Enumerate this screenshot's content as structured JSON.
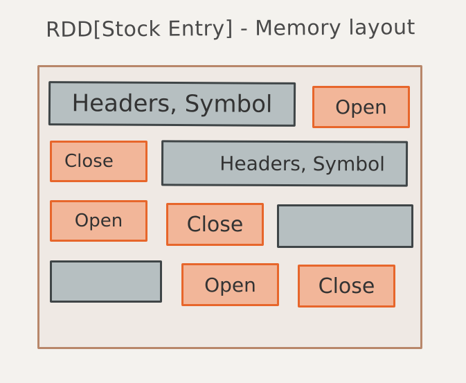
{
  "title": "RDD[Stock Entry] - Memory layout",
  "blocks": [
    {
      "text": "Headers, Symbol",
      "kind": "grey"
    },
    {
      "text": "Open",
      "kind": "orange"
    },
    {
      "text": "Close",
      "kind": "orange"
    },
    {
      "text": "Headers, Symbol",
      "kind": "grey"
    },
    {
      "text": "Open",
      "kind": "orange"
    },
    {
      "text": "Close",
      "kind": "orange"
    },
    {
      "text": "",
      "kind": "grey"
    },
    {
      "text": "",
      "kind": "grey"
    },
    {
      "text": "Open",
      "kind": "orange"
    },
    {
      "text": "Close",
      "kind": "orange"
    }
  ],
  "colors": {
    "grey_fill": "#b6bfc1",
    "grey_border": "#3f4547",
    "orange_fill": "#f2b699",
    "orange_border": "#e7662b",
    "frame_fill": "#efe9e4",
    "frame_border": "#b8876a",
    "background": "#f4f2ee"
  }
}
